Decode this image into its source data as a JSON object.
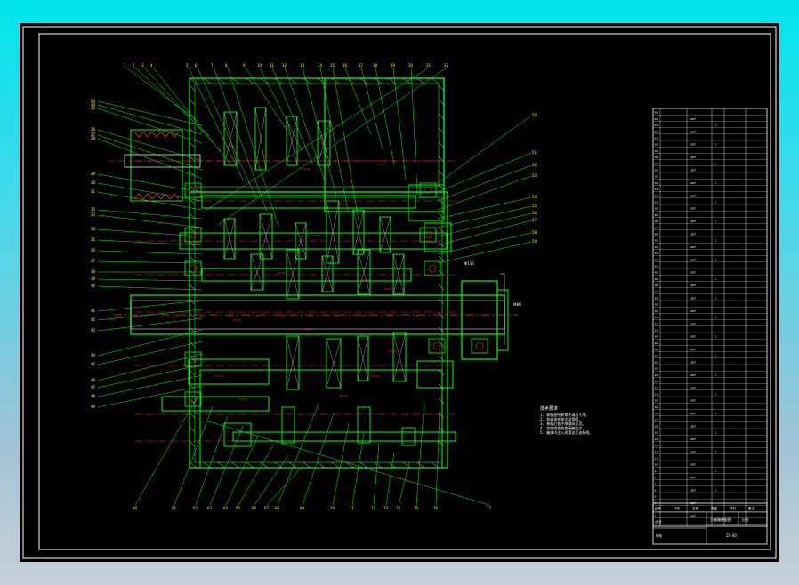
{
  "drawing": {
    "notes_title": "技术要求",
    "notes": [
      "1. 装配前所有零件清洗干净。",
      "2. 各轴承处加注润滑脂。",
      "3. 装配后各手柄操纵灵活。",
      "4. 齿轮啮合检查接触斑点。",
      "5. 箱体内注入润滑油至油标线。"
    ],
    "title_block": {
      "drawing_title": "主轴箱装配图",
      "drawing_number": "ZX-00",
      "scale_label": "比例",
      "designer_label": "设计",
      "checker_label": "审核",
      "col_headers": [
        "序号",
        "代号",
        "名称",
        "数量",
        "材料",
        "备注"
      ]
    },
    "colors": {
      "background": "#000000",
      "frame": "#ffffff",
      "geometry": "#00ff00",
      "annotation": "#ff3030",
      "dimension": "#ffffff",
      "centerline": "#ff3030",
      "hatch": "#ffffff",
      "yellow": "#ffff00"
    }
  }
}
